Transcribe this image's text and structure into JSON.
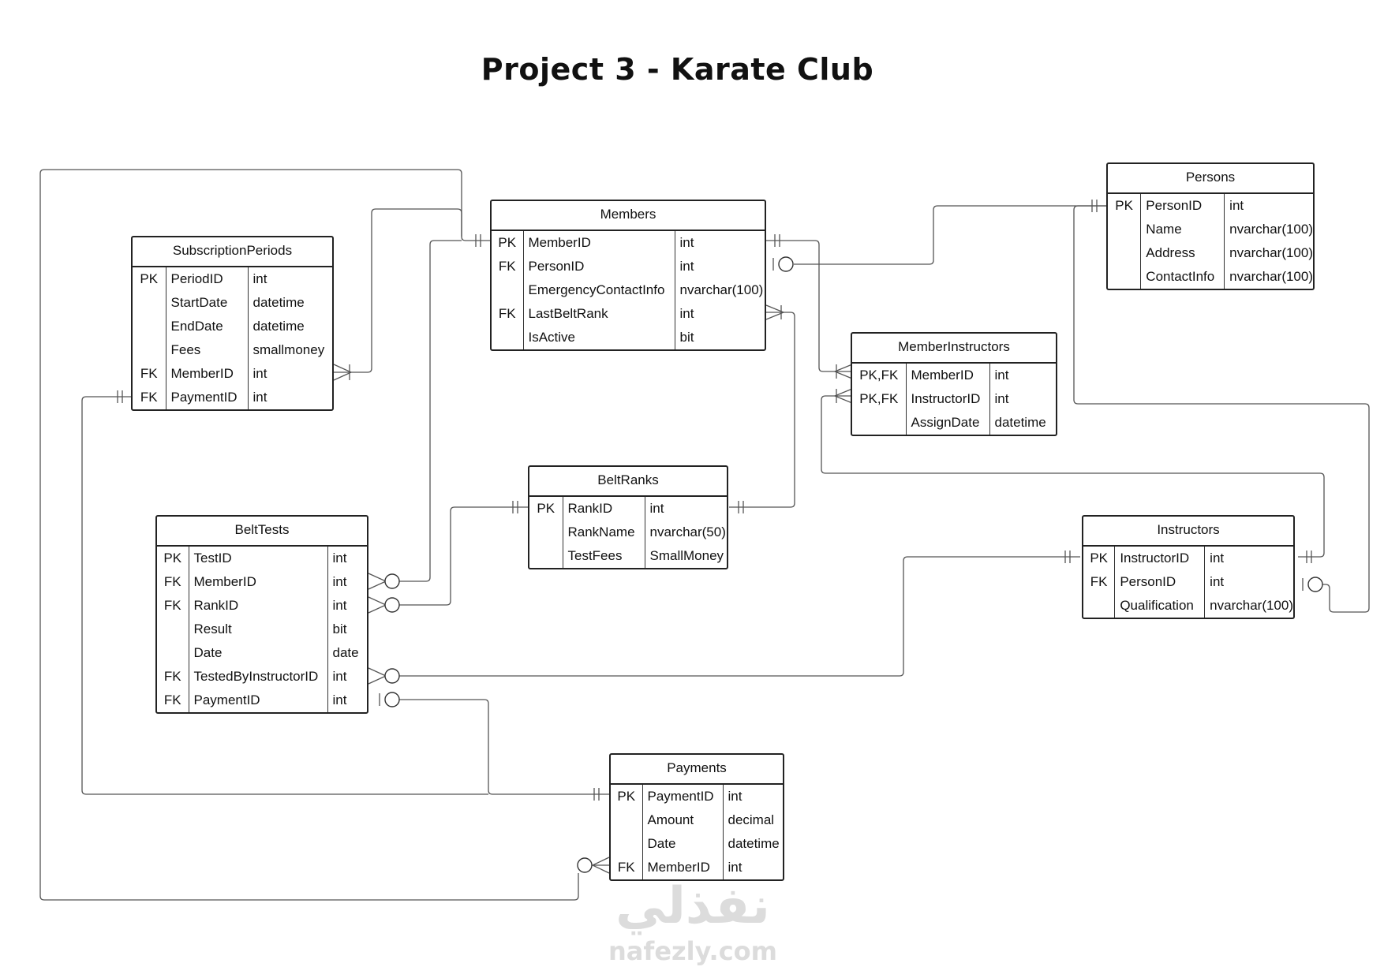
{
  "title": "Project 3 - Karate Club",
  "entities": {
    "persons": {
      "name": "Persons",
      "rows": [
        {
          "key": "PK",
          "field": "PersonID",
          "type": "int"
        },
        {
          "key": "",
          "field": "Name",
          "type": "nvarchar(100)"
        },
        {
          "key": "",
          "field": "Address",
          "type": "nvarchar(100)"
        },
        {
          "key": "",
          "field": "ContactInfo",
          "type": "nvarchar(100)"
        }
      ]
    },
    "members": {
      "name": "Members",
      "rows": [
        {
          "key": "PK",
          "field": "MemberID",
          "type": "int"
        },
        {
          "key": "FK",
          "field": "PersonID",
          "type": "int"
        },
        {
          "key": "",
          "field": "EmergencyContactInfo",
          "type": "nvarchar(100)"
        },
        {
          "key": "FK",
          "field": "LastBeltRank",
          "type": "int"
        },
        {
          "key": "",
          "field": "IsActive",
          "type": "bit"
        }
      ]
    },
    "subscription_periods": {
      "name": "SubscriptionPeriods",
      "rows": [
        {
          "key": "PK",
          "field": "PeriodID",
          "type": "int"
        },
        {
          "key": "",
          "field": "StartDate",
          "type": "datetime"
        },
        {
          "key": "",
          "field": "EndDate",
          "type": "datetime"
        },
        {
          "key": "",
          "field": "Fees",
          "type": "smallmoney"
        },
        {
          "key": "FK",
          "field": "MemberID",
          "type": "int"
        },
        {
          "key": "FK",
          "field": "PaymentID",
          "type": "int"
        }
      ]
    },
    "member_instructors": {
      "name": "MemberInstructors",
      "rows": [
        {
          "key": "PK,FK",
          "field": "MemberID",
          "type": "int"
        },
        {
          "key": "PK,FK",
          "field": "InstructorID",
          "type": "int"
        },
        {
          "key": "",
          "field": "AssignDate",
          "type": "datetime"
        }
      ]
    },
    "belt_ranks": {
      "name": "BeltRanks",
      "rows": [
        {
          "key": "PK",
          "field": "RankID",
          "type": "int"
        },
        {
          "key": "",
          "field": "RankName",
          "type": "nvarchar(50)"
        },
        {
          "key": "",
          "field": "TestFees",
          "type": "SmallMoney"
        }
      ]
    },
    "belt_tests": {
      "name": "BeltTests",
      "rows": [
        {
          "key": "PK",
          "field": "TestID",
          "type": "int"
        },
        {
          "key": "FK",
          "field": "MemberID",
          "type": "int"
        },
        {
          "key": "FK",
          "field": "RankID",
          "type": "int"
        },
        {
          "key": "",
          "field": "Result",
          "type": "bit"
        },
        {
          "key": "",
          "field": "Date",
          "type": "date"
        },
        {
          "key": "FK",
          "field": "TestedByInstructorID",
          "type": "int"
        },
        {
          "key": "FK",
          "field": "PaymentID",
          "type": "int"
        }
      ]
    },
    "instructors": {
      "name": "Instructors",
      "rows": [
        {
          "key": "PK",
          "field": "InstructorID",
          "type": "int"
        },
        {
          "key": "FK",
          "field": "PersonID",
          "type": "int"
        },
        {
          "key": "",
          "field": "Qualification",
          "type": "nvarchar(100)"
        }
      ]
    },
    "payments": {
      "name": "Payments",
      "rows": [
        {
          "key": "PK",
          "field": "PaymentID",
          "type": "int"
        },
        {
          "key": "",
          "field": "Amount",
          "type": "decimal"
        },
        {
          "key": "",
          "field": "Date",
          "type": "datetime"
        },
        {
          "key": "FK",
          "field": "MemberID",
          "type": "int"
        }
      ]
    }
  },
  "watermark": {
    "arabic": "نفذلي",
    "latin": "nafezly.com"
  },
  "colors": {
    "line": "#555555",
    "border": "#222222",
    "watermark": "#dcdcdc"
  }
}
